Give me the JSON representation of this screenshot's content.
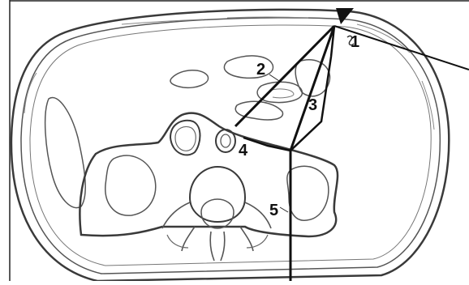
{
  "figure": {
    "labels": {
      "l1": "1",
      "l2": "2",
      "l3": "3",
      "l4": "4",
      "l5": "5"
    },
    "colors": {
      "outline": "#3a3a3a",
      "thin": "#555555",
      "needle": "#111111",
      "background": "#ffffff"
    },
    "icons": {
      "probe": "needle-entry-arrow-icon"
    }
  }
}
